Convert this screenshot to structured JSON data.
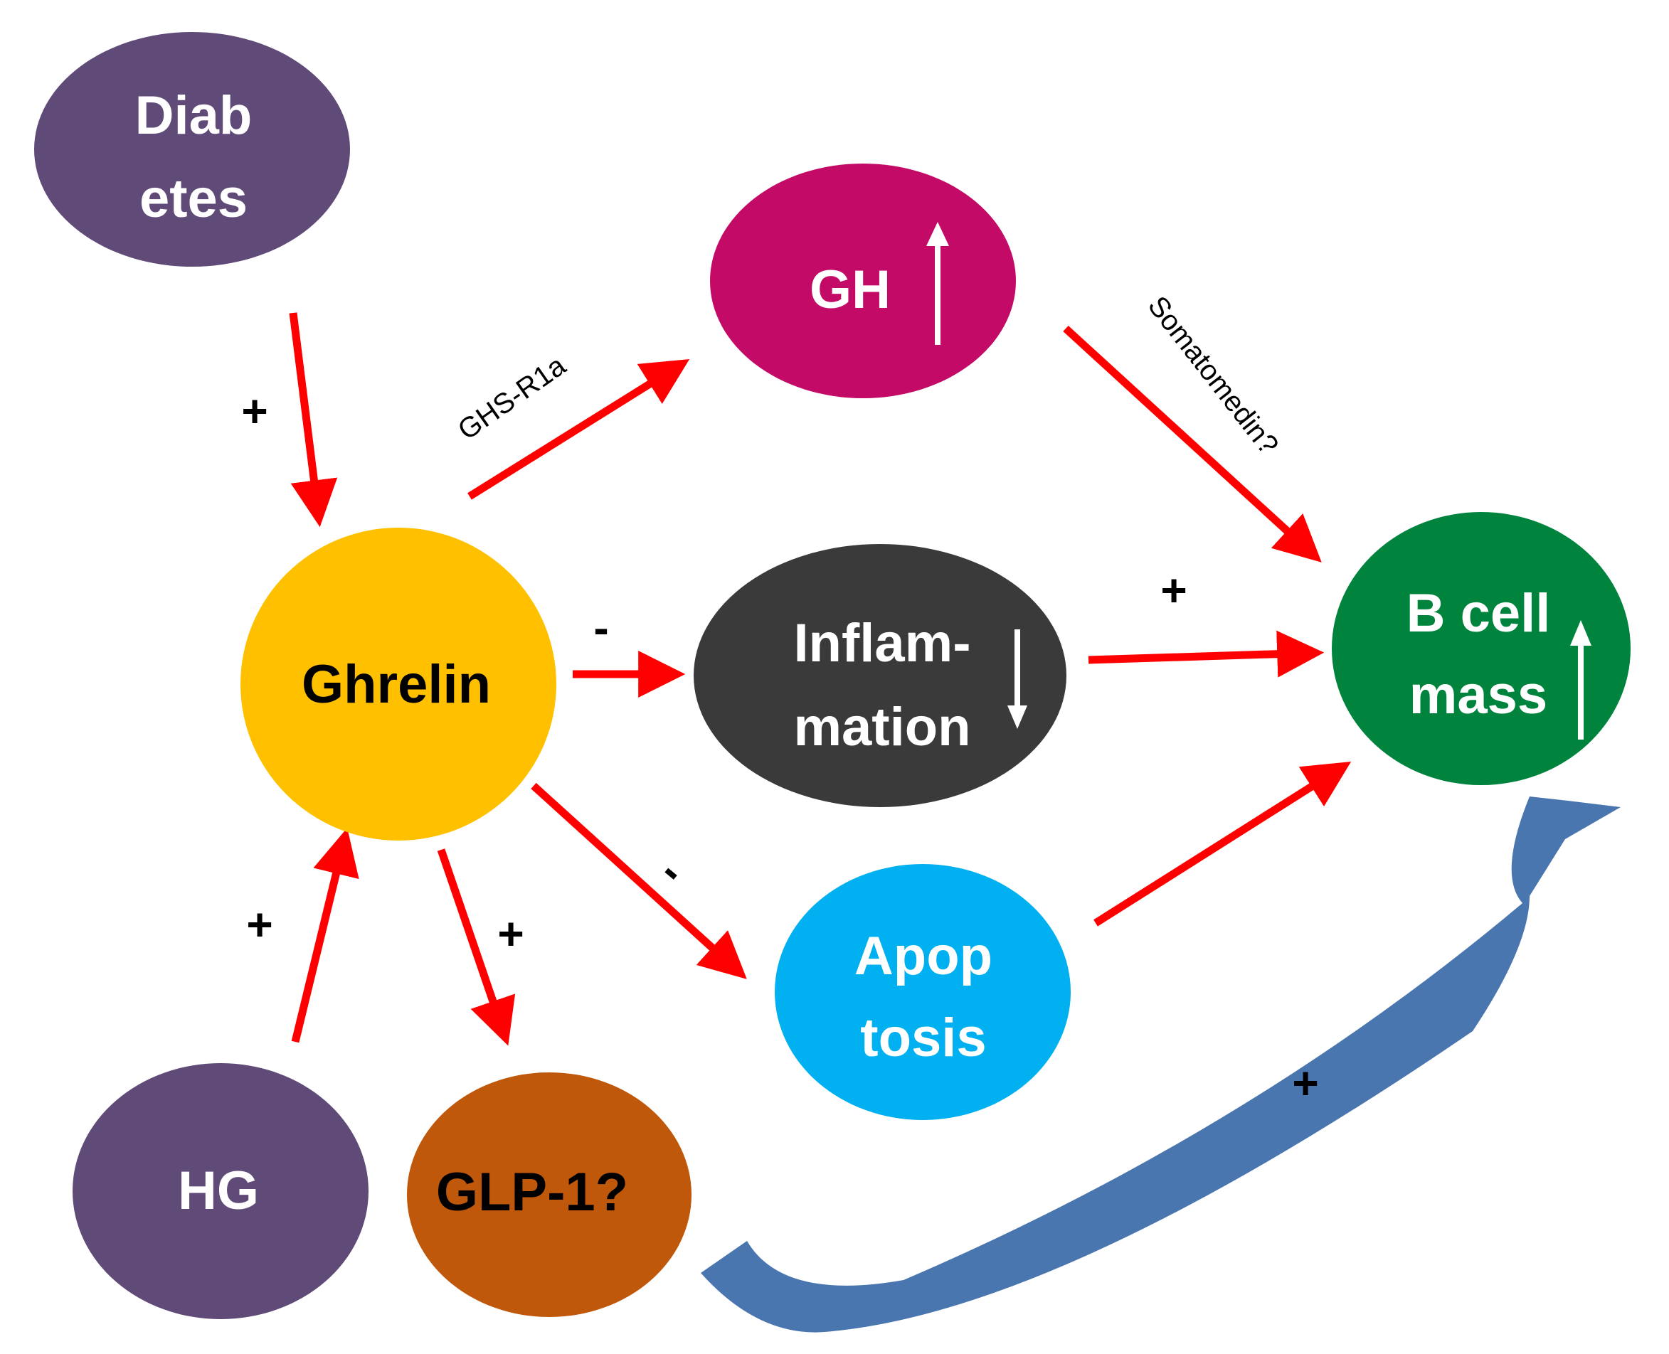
{
  "nodes": {
    "diabetes": {
      "line1": "Diab",
      "line2": "etes",
      "color": "#5f4a78",
      "text_color": "#ffffff"
    },
    "gh": {
      "label": "GH",
      "color": "#c20a66",
      "text_color": "#ffffff",
      "indicator": "up-arrow-icon"
    },
    "ghrelin": {
      "label": "Ghrelin",
      "color": "#ffc000",
      "text_color": "#000000"
    },
    "inflammation": {
      "line1": "Inflam-",
      "line2": "mation",
      "color": "#3a3a3a",
      "text_color": "#ffffff",
      "indicator": "down-arrow-icon"
    },
    "bcell": {
      "line1": "B cell",
      "line2": "mass",
      "color": "#00843d",
      "text_color": "#ffffff",
      "indicator": "up-arrow-icon"
    },
    "apoptosis": {
      "line1": "Apop",
      "line2": "tosis",
      "color": "#00b0f0",
      "text_color": "#ffffff"
    },
    "hg": {
      "label": "HG",
      "color": "#5f4a78",
      "text_color": "#ffffff"
    },
    "glp1": {
      "label": "GLP-1?",
      "color": "#c0580c",
      "text_color": "#000000"
    }
  },
  "edges": {
    "arrow_color": "#ff0000",
    "curved_arrow_color": "#4a76b0",
    "diabetes_to_ghrelin_sign": "+",
    "ghrelin_to_gh_label": "GHS-R1a",
    "gh_to_bcell_label": "Somatomedin?",
    "ghrelin_to_inflammation_sign": "-",
    "inflammation_to_bcell_sign": "+",
    "ghrelin_to_apoptosis_sign": "-",
    "hg_to_ghrelin_sign": "+",
    "ghrelin_to_glp1_sign": "+",
    "glp1_to_bcell_sign": "+"
  }
}
